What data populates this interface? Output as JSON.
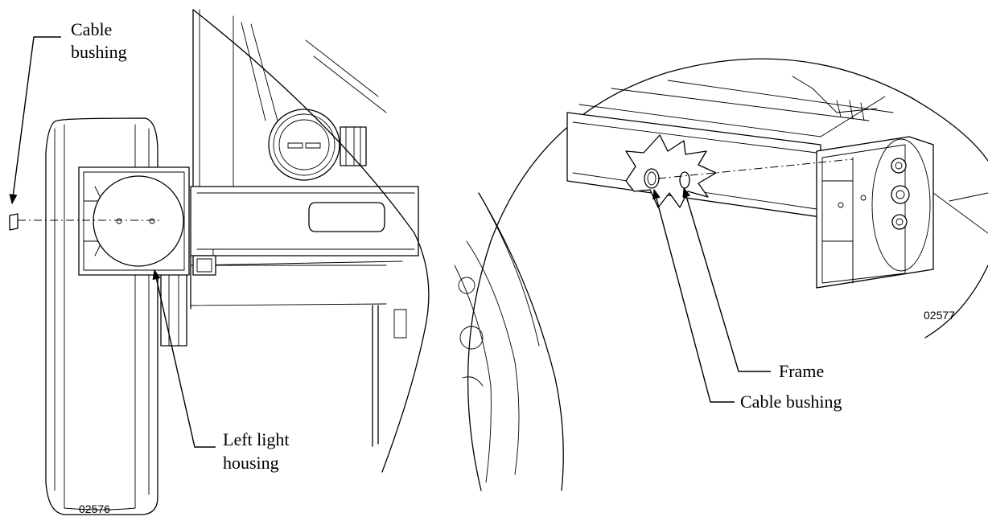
{
  "figures": [
    {
      "figure_number": "02576",
      "callouts": [
        {
          "id": "cable-bushing",
          "line1": "Cable",
          "line2": "bushing"
        },
        {
          "id": "left-light-housing",
          "line1": "Left light",
          "line2": "housing"
        }
      ]
    },
    {
      "figure_number": "02577",
      "callouts": [
        {
          "id": "frame",
          "line1": "Frame"
        },
        {
          "id": "cable-bushing",
          "line1": "Cable bushing"
        }
      ]
    }
  ]
}
